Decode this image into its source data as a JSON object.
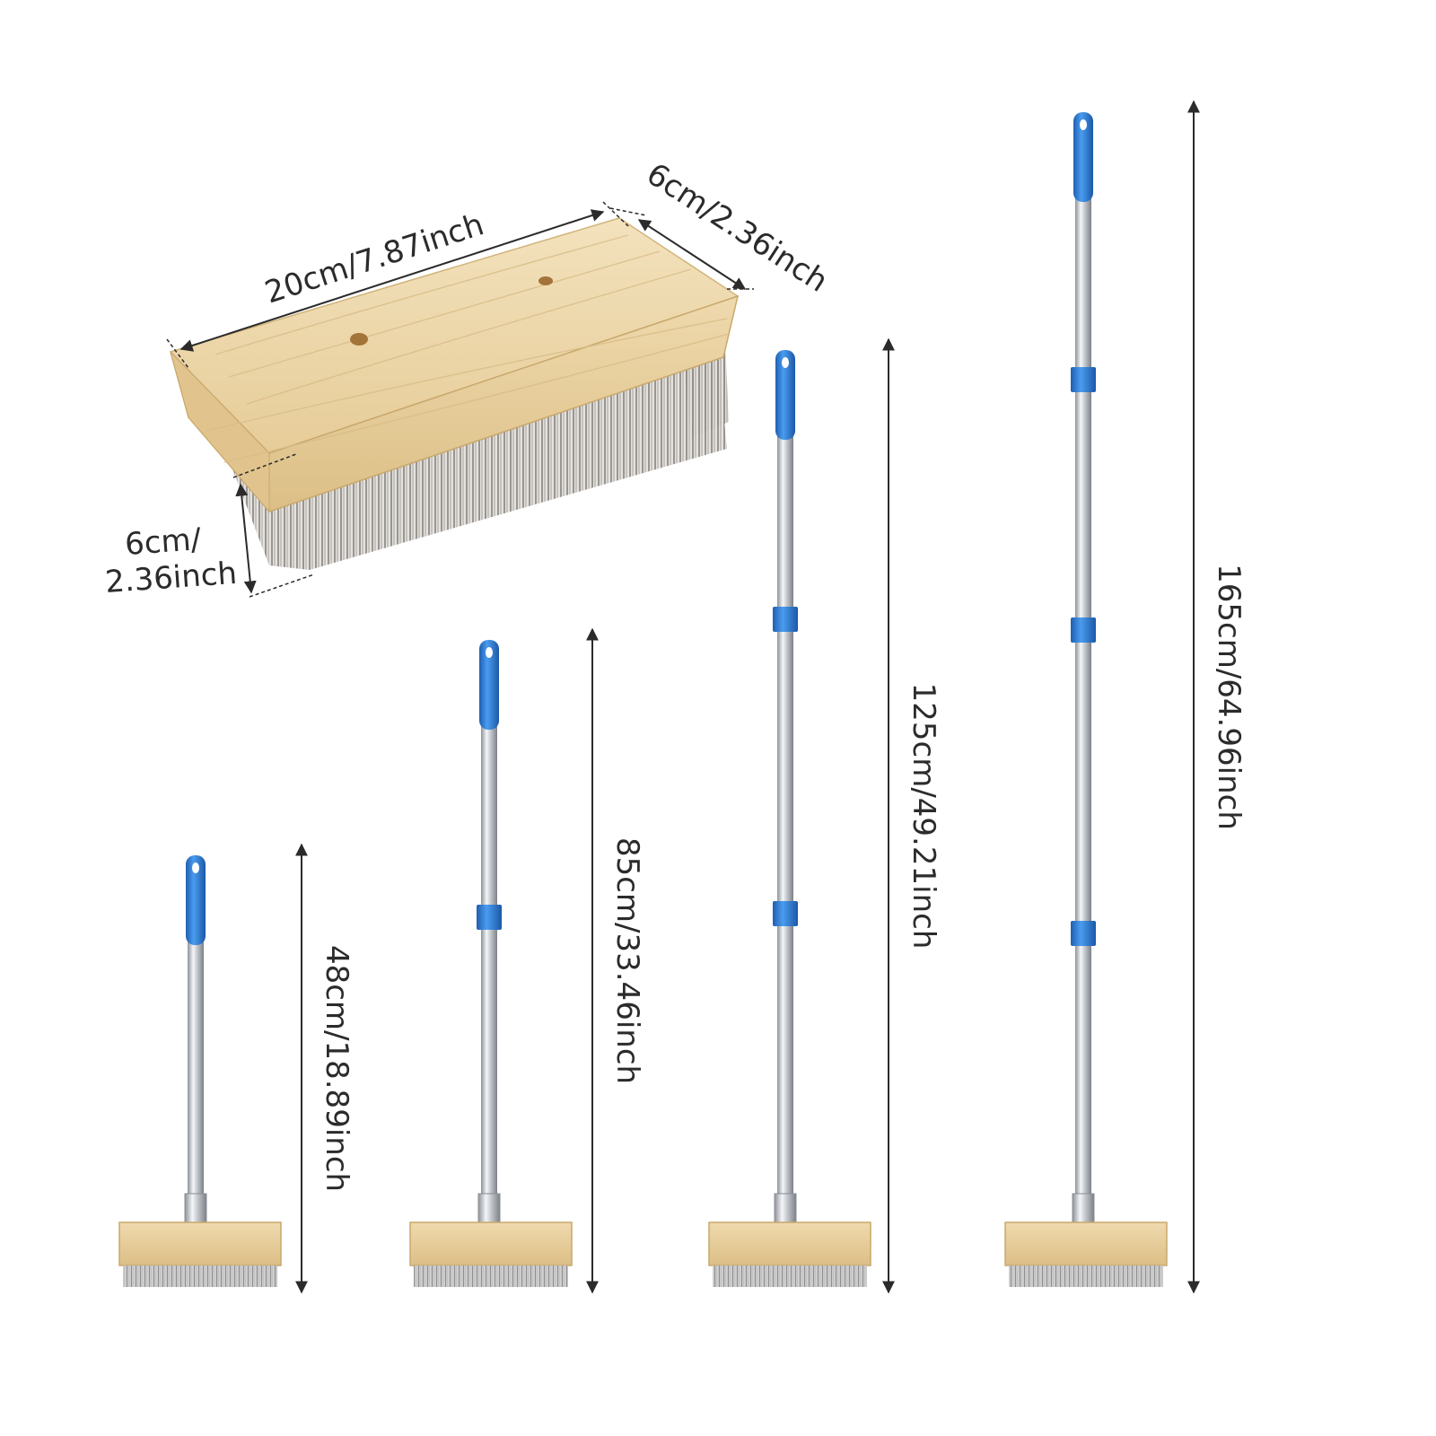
{
  "brush_head": {
    "length_label": "20cm/7.87inch",
    "depth_label": "6cm/2.36inch",
    "height_label_line1": "6cm/",
    "height_label_line2": "2.36inch"
  },
  "variants": [
    {
      "length_label": "48cm/18.89inch"
    },
    {
      "length_label": "85cm/33.46inch"
    },
    {
      "length_label": "125cm/49.21inch"
    },
    {
      "length_label": "165cm/64.96inch"
    }
  ],
  "colors": {
    "handle_grip": "#2f7fd6",
    "handle_band": "#2f7fd6",
    "pole_metal": "#c9cdd2",
    "wood": "#ecd6a8",
    "bristles": "#a8a8a8",
    "dimension_line": "#2b2b2b"
  }
}
